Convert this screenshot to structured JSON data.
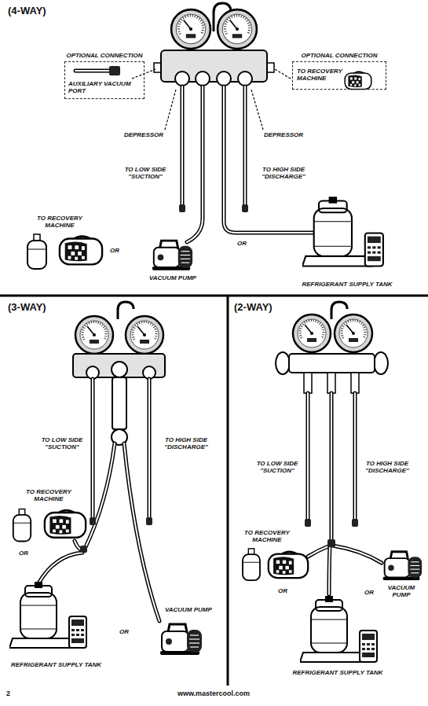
{
  "diagram": {
    "nodes": [
      {
        "text": [
          "OPTIONAL CONNECTION",
          "AUXILIARY VACUUM PORT"
        ]
      },
      {
        "text": [
          "OPTIONAL CONNECTION",
          "TO RECOVERY MACHINE"
        ]
      }
    ],
    "labels": [
      "(4-WAY)",
      "DEPRESSOR",
      "DEPRESSOR",
      "TO LOW SIDE \"SUCTION\"",
      "TO HIGH SIDE \"DISCHARGE\"",
      "TO RECOVERY MACHINE",
      "OR",
      "OR",
      "VACUUM PUMP",
      "REFRIGERANT SUPPLY TANK",
      "(3-WAY)",
      "TO LOW SIDE \"SUCTION\"",
      "TO HIGH SIDE \"DISCHARGE\"",
      "TO RECOVERY MACHINE",
      "OR",
      "OR",
      "VACUUM PUMP",
      "REFRIGERANT SUPPLY TANK",
      "(2-WAY)",
      "TO LOW SIDE \"SUCTION\"",
      "TO HIGH SIDE \"DISCHARGE\"",
      "TO RECOVERY MACHINE",
      "OR",
      "OR",
      "VACUUM PUMP",
      "REFRIGERANT SUPPLY TANK",
      "2",
      "www.mastercool.com"
    ]
  }
}
